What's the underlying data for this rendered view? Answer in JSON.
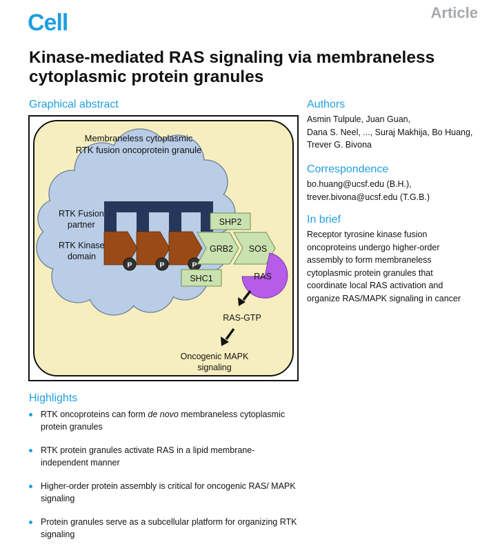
{
  "header": {
    "journal": "Cell",
    "doc_type": "Article"
  },
  "title": "Kinase-mediated RAS signaling via membraneless cytoplasmic protein granules",
  "graphical_abstract": {
    "heading": "Graphical abstract",
    "granule_label_1": "Membraneless cytoplasmic",
    "granule_label_2": "RTK fusion oncoprotein granule",
    "fusion_label_1": "RTK Fusion",
    "fusion_label_2": "partner",
    "kinase_label_1": "RTK Kinase",
    "kinase_label_2": "domain",
    "phospho": "P",
    "shp2": "SHP2",
    "grb2": "GRB2",
    "sos": "SOS",
    "shc1": "SHC1",
    "ras": "RAS",
    "ras_gtp": "RAS-GTP",
    "mapk_1": "Oncogenic MAPK",
    "mapk_2": "signaling"
  },
  "highlights": {
    "heading": "Highlights",
    "items": [
      {
        "pre": "RTK oncoproteins can form ",
        "em": "de novo",
        "post": " membraneless cytoplasmic protein granules"
      },
      {
        "pre": "RTK protein granules activate RAS in a lipid membrane-independent manner",
        "em": "",
        "post": ""
      },
      {
        "pre": "Higher-order protein assembly is critical for oncogenic RAS/ MAPK signaling",
        "em": "",
        "post": ""
      },
      {
        "pre": "Protein granules serve as a subcellular platform for organizing RTK signaling",
        "em": "",
        "post": ""
      }
    ]
  },
  "authors": {
    "heading": "Authors",
    "line1": "Asmin Tulpule, Juan Guan,",
    "line2": "Dana S. Neel, ..., Suraj Makhija, Bo Huang,",
    "line3": "Trever G. Bivona"
  },
  "correspondence": {
    "heading": "Correspondence",
    "line1": "bo.huang@ucsf.edu (B.H.),",
    "line2": "trever.bivona@ucsf.edu (T.G.B.)"
  },
  "in_brief": {
    "heading": "In brief",
    "lines": [
      "Receptor tyrosine kinase fusion",
      "oncoproteins undergo higher-order",
      "assembly to form membraneless",
      "cytoplasmic protein granules that",
      "coordinate local RAS activation and",
      "organize RAS/MAPK signaling in cancer"
    ]
  },
  "colors": {
    "brand_blue": "#1f9fe0",
    "cell_fill": "#f7eec0",
    "granule_fill": "#b9cde6",
    "fusion_navy": "#25375a",
    "kinase_brown": "#9a4a17",
    "adaptor_green": "#c9e2b0",
    "ras_purple": "#b65ce8"
  }
}
